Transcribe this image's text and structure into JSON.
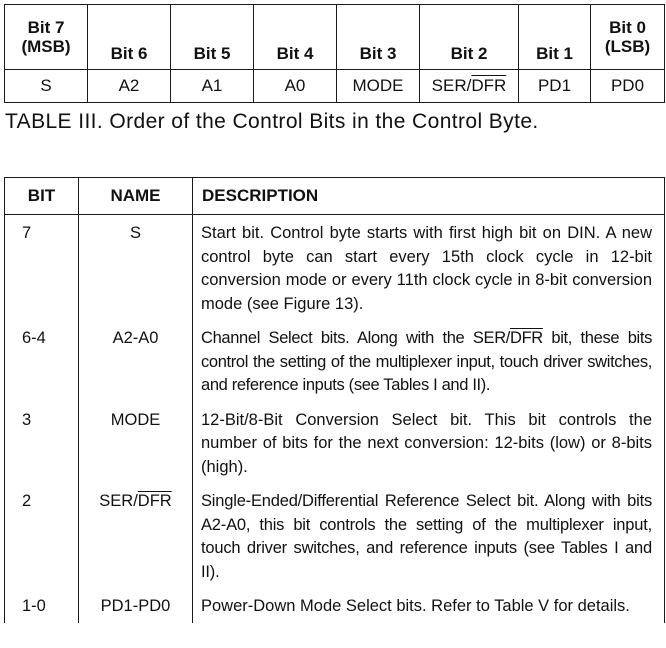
{
  "bit_order_table": {
    "headers": [
      {
        "line1": "Bit 7",
        "line2": "(MSB)"
      },
      {
        "line1": "Bit 6"
      },
      {
        "line1": "Bit 5"
      },
      {
        "line1": "Bit 4"
      },
      {
        "line1": "Bit 3"
      },
      {
        "line1": "Bit 2"
      },
      {
        "line1": "Bit 1"
      },
      {
        "line1": "Bit 0",
        "line2": "(LSB)"
      }
    ],
    "values": [
      "S",
      "A2",
      "A1",
      "A0",
      "MODE",
      "SER/",
      "PD1",
      "PD0"
    ],
    "overlined_values": {
      "bit2": "DFR"
    }
  },
  "caption": "TABLE III. Order of the Control Bits in the Control Byte.",
  "control_bits_table": {
    "headers": {
      "bit": "BIT",
      "name": "NAME",
      "description": "DESCRIPTION"
    },
    "rows": [
      {
        "bit": "7",
        "name": "S",
        "description": "Start bit. Control byte starts with first high bit on DIN. A new control byte can start every 15th clock cycle in 12-bit conversion mode or every 11th clock cycle in 8-bit conversion mode (see Figure 13)."
      },
      {
        "bit": "6-4",
        "name": "A2-A0",
        "description_parts": [
          "Channel Select bits. Along with the SER/",
          "DFR",
          " bit, these bits control the setting of the multiplexer input, touch driver switches, and reference inputs (see Tables I and II)."
        ]
      },
      {
        "bit": "3",
        "name": "MODE",
        "description": "12-Bit/8-Bit Conversion Select bit. This bit controls the number of bits for the next conversion: 12-bits (low) or 8-bits (high)."
      },
      {
        "bit": "2",
        "name_parts": [
          "SER/",
          "DFR"
        ],
        "description": "Single-Ended/Differential Reference Select bit. Along with bits A2-A0, this bit controls the setting of the multiplexer input, touch driver switches, and reference inputs (see Tables I and II)."
      },
      {
        "bit": "1-0",
        "name": "PD1-PD0",
        "description": "Power-Down Mode Select bits. Refer to Table V for details."
      }
    ]
  }
}
